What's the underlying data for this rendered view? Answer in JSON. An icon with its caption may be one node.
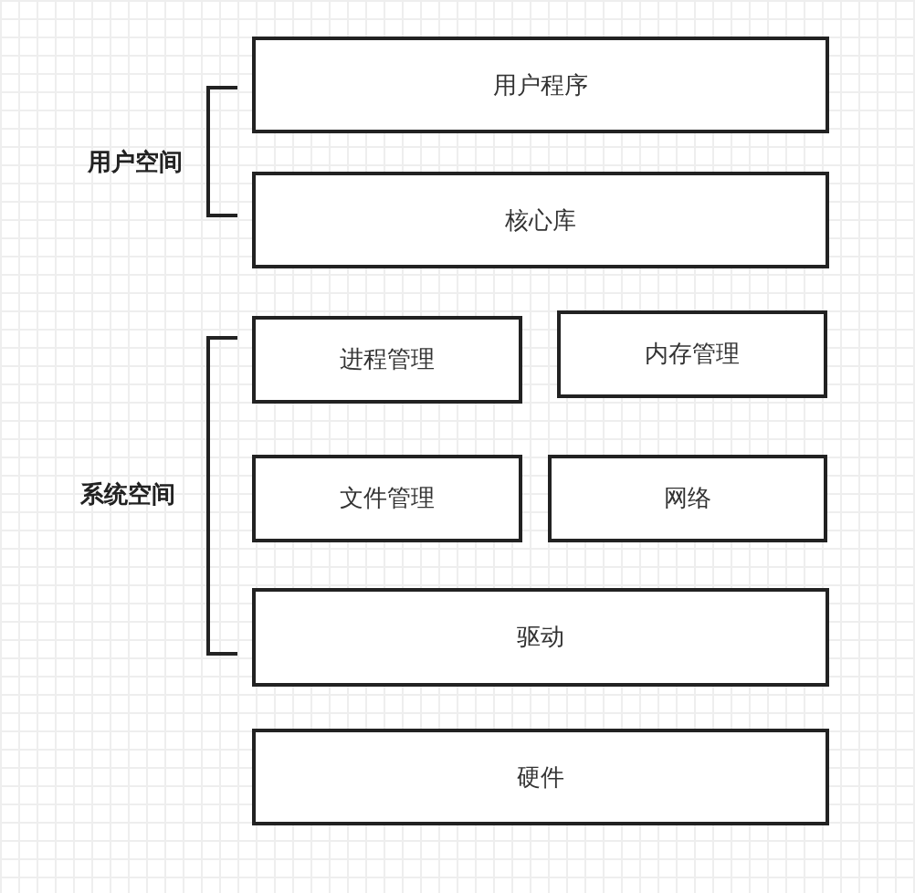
{
  "diagram": {
    "nodes": [
      {
        "text": [
          "用户程序"
        ]
      },
      {
        "text": [
          "核心库"
        ]
      },
      {
        "text": [
          "进程管理"
        ]
      },
      {
        "text": [
          "内存管理"
        ]
      },
      {
        "text": [
          "文件管理"
        ]
      },
      {
        "text": [
          "网络"
        ]
      },
      {
        "text": [
          "驱动"
        ]
      },
      {
        "text": [
          "硬件"
        ]
      }
    ],
    "edges": [],
    "labels": [
      "用户空间",
      "系统空间"
    ]
  }
}
